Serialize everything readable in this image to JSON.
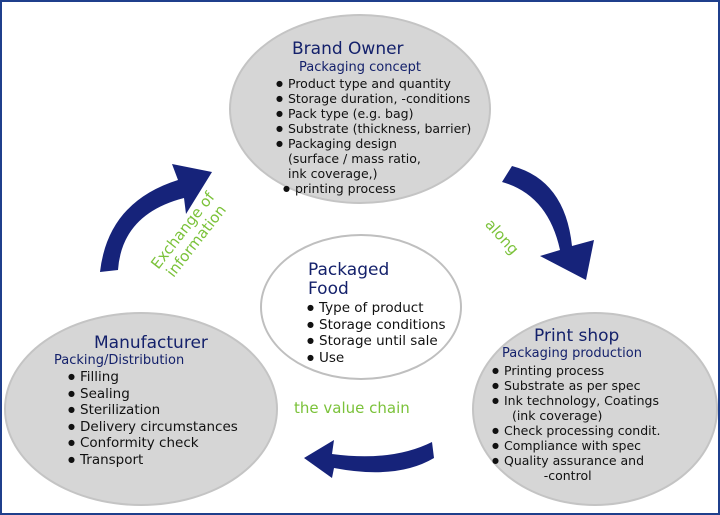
{
  "brand_owner": {
    "title": "Brand Owner",
    "subtitle": "Packaging concept",
    "items": [
      {
        "text": "Product type and quantity",
        "bullet": true
      },
      {
        "text": "Storage duration, -conditions",
        "bullet": true
      },
      {
        "text": "Pack type (e.g. bag)",
        "bullet": true
      },
      {
        "text": "Substrate (thickness, barrier)",
        "bullet": true
      },
      {
        "text": "Packaging design",
        "bullet": true
      },
      {
        "text": "(surface / mass ratio,",
        "bullet": false
      },
      {
        "text": "ink coverage,)",
        "bullet": false
      }
    ],
    "last_item": "printing process"
  },
  "packaged_food": {
    "title_line1": "Packaged",
    "title_line2": "Food",
    "items": [
      "Type of product",
      "Storage conditions",
      "Storage until sale",
      "Use"
    ]
  },
  "manufacturer": {
    "title": "Manufacturer",
    "subtitle": "Packing/Distribution",
    "items": [
      "Filling",
      "Sealing",
      "Sterilization",
      "Delivery circumstances",
      "Conformity check",
      "Transport"
    ]
  },
  "print_shop": {
    "title": "Print shop",
    "subtitle": "Packaging production",
    "items": [
      {
        "text": "Printing process",
        "bullet": true
      },
      {
        "text": "Substrate as per spec",
        "bullet": true
      },
      {
        "text": "Ink technology, Coatings",
        "bullet": true
      },
      {
        "text": "  (ink coverage)",
        "bullet": false
      },
      {
        "text": "Check processing condit.",
        "bullet": true
      },
      {
        "text": "Compliance with spec",
        "bullet": true
      },
      {
        "text": "Quality assurance and",
        "bullet": true
      },
      {
        "text": "          -control",
        "bullet": false
      }
    ]
  },
  "flow_labels": {
    "exchange_line1": "Exchange of",
    "exchange_line2": "information",
    "along": "along",
    "value_chain": "the value chain"
  },
  "colors": {
    "arrow": "#16237a",
    "heading": "#14216b",
    "label_green": "#7bc23a",
    "ellipse_fill": "#d6d6d6",
    "frame_border": "#1f3f8c"
  }
}
